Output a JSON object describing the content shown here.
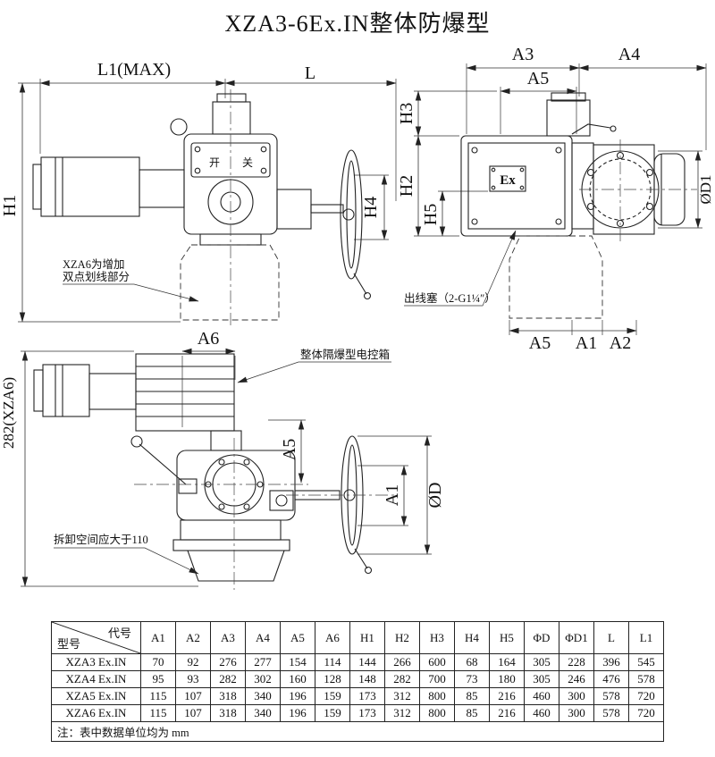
{
  "title": "XZA3-6Ex.IN整体防爆型",
  "drawing": {
    "labels": {
      "l1max": "L1(MAX)",
      "l": "L",
      "h1": "H1",
      "h4": "H4",
      "a3": "A3",
      "a4": "A4",
      "a5_top": "A5",
      "h3": "H3",
      "h2": "H2",
      "h5": "H5",
      "od1": "ØD1",
      "a5_bottom": "A5",
      "a1_bottom": "A1",
      "a2_bottom": "A2",
      "a6": "A6",
      "h282": "282(XZA6)",
      "a5_mid": "A5",
      "a1_mid": "A1",
      "od": "ØD",
      "panel_open": "开",
      "panel_close": "关",
      "ex_logo": "Ex"
    },
    "annotations": {
      "xza6_line1": "XZA6为增加",
      "xza6_line2": "双点划线部分",
      "cable_plug": "出线塞（2-G1¼″）",
      "control_box": "整体隔爆型电控箱",
      "clearance": "拆卸空间应大于110"
    }
  },
  "table": {
    "corner_top": "代号",
    "corner_bottom": "型号",
    "headers": [
      "A1",
      "A2",
      "A3",
      "A4",
      "A5",
      "A6",
      "H1",
      "H2",
      "H3",
      "H4",
      "H5",
      "ΦD",
      "ΦD1",
      "L",
      "L1"
    ],
    "rows": [
      {
        "model": "XZA3 Ex.IN",
        "values": [
          70,
          92,
          276,
          277,
          154,
          114,
          144,
          266,
          600,
          68,
          164,
          305,
          228,
          396,
          545
        ]
      },
      {
        "model": "XZA4 Ex.IN",
        "values": [
          95,
          93,
          282,
          302,
          160,
          128,
          148,
          282,
          700,
          73,
          180,
          305,
          246,
          476,
          578
        ]
      },
      {
        "model": "XZA5 Ex.IN",
        "values": [
          115,
          107,
          318,
          340,
          196,
          159,
          173,
          312,
          800,
          85,
          216,
          460,
          300,
          578,
          720
        ]
      },
      {
        "model": "XZA6 Ex.IN",
        "values": [
          115,
          107,
          318,
          340,
          196,
          159,
          173,
          312,
          800,
          85,
          216,
          460,
          300,
          578,
          720
        ]
      }
    ],
    "note": "注：表中数据单位均为 mm"
  }
}
